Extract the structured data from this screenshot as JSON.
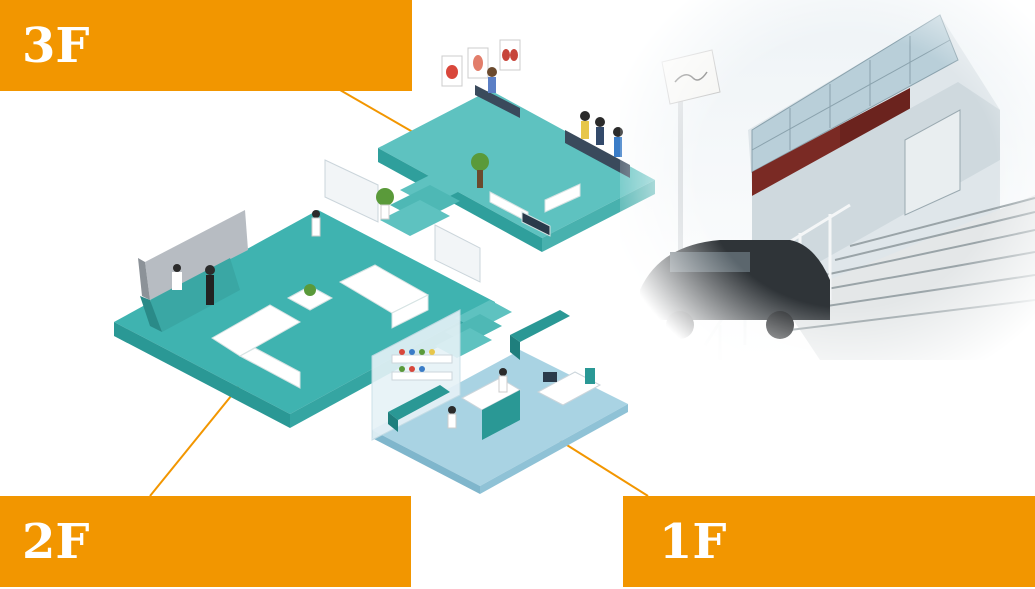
{
  "floors": {
    "f3": {
      "label": "3F"
    },
    "f2": {
      "label": "2F"
    },
    "f1": {
      "label": "1F"
    }
  },
  "colors": {
    "accent": "#f29600",
    "floor_top": "#5ec2c0",
    "floor_side": "#2f9f9c",
    "floor_1f_top": "#a9d3e3",
    "floor_1f_side": "#7fb6cc",
    "furniture": "#ffffff",
    "building_dark": "#7a2a24"
  },
  "icons": [
    "heart-chart-icon",
    "stomach-chart-icon",
    "kidney-chart-icon",
    "plant-icon",
    "sign-logo"
  ]
}
